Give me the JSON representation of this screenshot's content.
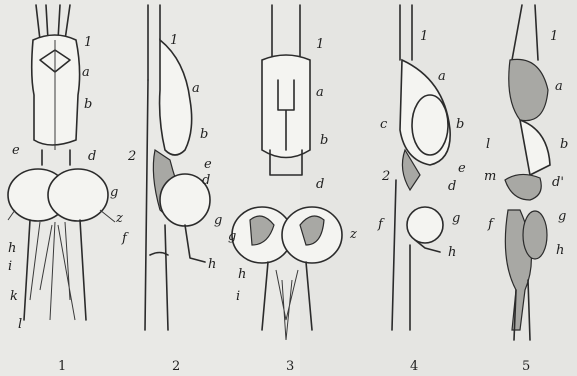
{
  "figures": [
    {
      "number": "1",
      "labels": [
        "1",
        "a",
        "b",
        "e",
        "d",
        "g",
        "z",
        "h",
        "i",
        "k",
        "l"
      ]
    },
    {
      "number": "2",
      "labels": [
        "1",
        "a",
        "b",
        "2",
        "e",
        "d",
        "f",
        "g",
        "h"
      ]
    },
    {
      "number": "3",
      "labels": [
        "1",
        "a",
        "b",
        "d",
        "g",
        "z",
        "h",
        "i"
      ]
    },
    {
      "number": "4",
      "labels": [
        "1",
        "a",
        "c",
        "b",
        "2",
        "e",
        "d",
        "f",
        "g",
        "h"
      ]
    },
    {
      "number": "5",
      "labels": [
        "1",
        "a",
        "l",
        "b",
        "m",
        "d'",
        "f",
        "g",
        "h"
      ]
    }
  ],
  "colors": {
    "background": "#e9e9e6",
    "ink": "#2b2b2b",
    "shading": "#a8a8a4"
  }
}
